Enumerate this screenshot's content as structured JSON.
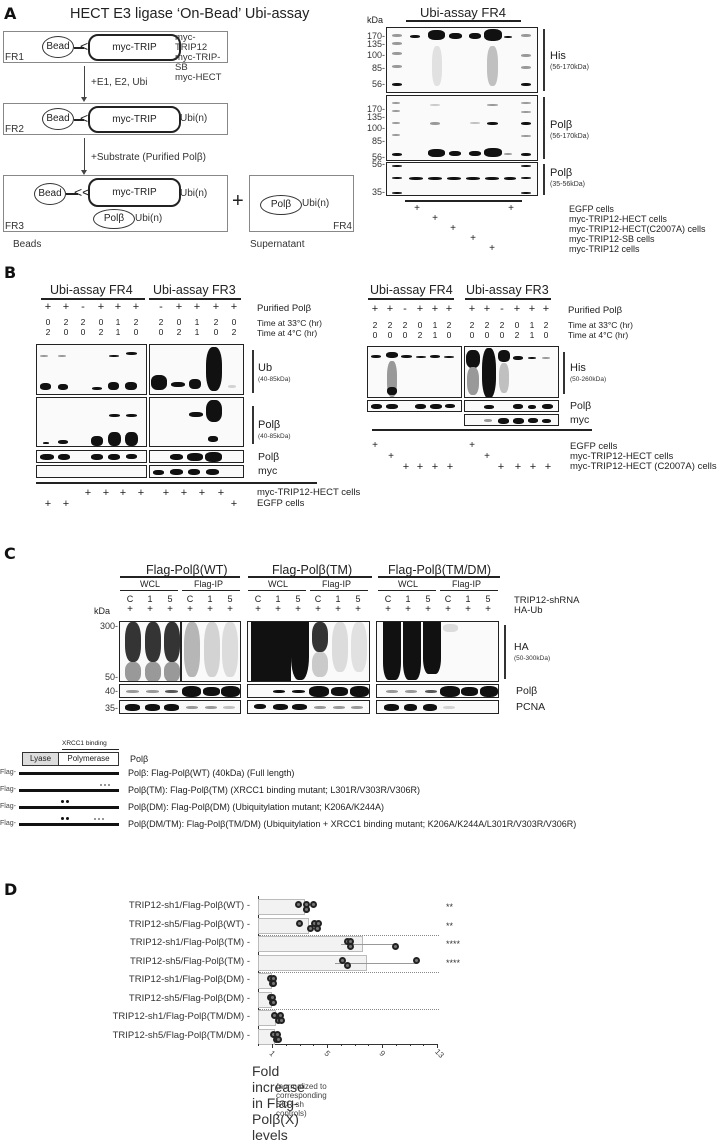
{
  "panelA": {
    "letter": "A",
    "title": "HECT E3 ligase ‘On-Bead’ Ubi-assay",
    "frames": [
      {
        "id": "FR1",
        "bead": "Bead",
        "trip": "myc-TRIP",
        "variants": [
          "myc-TRIP12",
          "myc-TRIP-SB",
          "myc-HECT"
        ]
      },
      {
        "id": "FR2",
        "bead": "Bead",
        "trip": "myc-TRIP",
        "ubi": "Ubi(n)"
      },
      {
        "id": "FR3",
        "bead": "Bead",
        "trip": "myc-TRIP",
        "ubi": "Ubi(n)",
        "polb": "Polβ",
        "polb_ubi": "Ubi(n)"
      },
      {
        "id": "FR4",
        "polb": "Polβ",
        "polb_ubi": "Ubi(n)"
      }
    ],
    "step1": "+E1, E2, Ubi",
    "step2": "+Substrate (Purified Polβ)",
    "plus": "+",
    "beads_label": "Beads",
    "supernatant_label": "Supernatant",
    "blot": {
      "title": "Ubi-assay FR4",
      "kda": "kDa",
      "markers_top": [
        "170-",
        "135-",
        "100-",
        "85-",
        "56-"
      ],
      "markers_mid": [
        "170-",
        "135-",
        "100-",
        "85-",
        "56-"
      ],
      "markers_bot": [
        "56-",
        "35-"
      ],
      "labels": [
        {
          "name": "His",
          "range": "(56-170kDa)"
        },
        {
          "name": "Polβ",
          "range": "(56-170kDa)"
        },
        {
          "name": "Polβ",
          "range": "(35-56kDa)"
        }
      ],
      "conditions": [
        "EGFP cells",
        "myc-TRIP12-HECT cells",
        "myc-TRIP12-HECT(C2007A) cells",
        "myc-TRIP12-SB cells",
        "myc-TRIP12 cells"
      ]
    }
  },
  "panelB": {
    "letter": "B",
    "left": {
      "titles": [
        "Ubi-assay FR4",
        "Ubi-assay FR3"
      ],
      "purified": [
        "+",
        "+",
        "-",
        "+",
        "+",
        "+",
        "-",
        "+",
        "+",
        "+",
        "+"
      ],
      "t33": [
        "0",
        "2",
        "2",
        "0",
        "1",
        "2",
        "2",
        "0",
        "1",
        "2",
        "0"
      ],
      "t4": [
        "2",
        "0",
        "0",
        "2",
        "1",
        "0",
        "0",
        "2",
        "1",
        "0",
        "2"
      ],
      "row_labels": [
        "Purified Polβ",
        "Time at 33°C (hr)",
        "Time at 4°C (hr)"
      ],
      "blots": [
        {
          "name": "Ub",
          "range": "(40-85kDa)"
        },
        {
          "name": "Polβ",
          "range": "(40-85kDa)"
        },
        {
          "name": "Polβ",
          "range": ""
        },
        {
          "name": "myc",
          "range": ""
        }
      ],
      "cells_hect": [
        "",
        "",
        "+",
        "+",
        "+",
        "+",
        "+",
        "+",
        "+",
        "+",
        ""
      ],
      "cells_egfp": [
        "+",
        "+",
        "",
        "",
        "",
        "",
        "",
        "",
        "",
        "",
        "+"
      ],
      "cell_labels": [
        "myc-TRIP12-HECT cells",
        "EGFP cells"
      ]
    },
    "right": {
      "titles": [
        "Ubi-assay FR4",
        "Ubi-assay FR3"
      ],
      "purified": [
        "+",
        "+",
        "-",
        "+",
        "+",
        "+",
        "+",
        "+",
        "-",
        "+",
        "+",
        "+"
      ],
      "t33": [
        "2",
        "2",
        "2",
        "0",
        "1",
        "2",
        "2",
        "2",
        "2",
        "0",
        "1",
        "2"
      ],
      "t4": [
        "0",
        "0",
        "0",
        "2",
        "1",
        "0",
        "0",
        "0",
        "0",
        "2",
        "1",
        "0"
      ],
      "row_labels": [
        "Purified Polβ",
        "Time at 33°C (hr)",
        "Time at 4°C (hr)"
      ],
      "blots": [
        {
          "name": "His",
          "range": "(50-260kDa)"
        },
        {
          "name": "Polβ",
          "range": ""
        },
        {
          "name": "myc",
          "range": ""
        }
      ],
      "cell_labels": [
        "EGFP cells",
        "myc-TRIP12-HECT cells",
        "myc-TRIP12-HECT (C2007A) cells"
      ]
    }
  },
  "panelC": {
    "letter": "C",
    "groups": [
      "Flag-Polβ(WT)",
      "Flag-Polβ(TM)",
      "Flag-Polβ(TM/DM)"
    ],
    "subgroups": [
      "WCL",
      "Flag-IP"
    ],
    "lanes": [
      "C",
      "1",
      "5",
      "C",
      "1",
      "5"
    ],
    "plus": "+",
    "kda": "kDa",
    "markers": [
      "300-",
      "50-",
      "40-",
      "35-"
    ],
    "row_labels": [
      "TRIP12-shRNA",
      "HA-Ub"
    ],
    "blots": [
      {
        "name": "HA",
        "range": "(50-300kDa)"
      },
      {
        "name": "Polβ",
        "range": ""
      },
      {
        "name": "PCNA",
        "range": ""
      }
    ],
    "domain_map": {
      "xrcc1": "XRCC1 binding",
      "lyase": "Lyase",
      "polymerase": "Polymerase",
      "polb": "Polβ",
      "flag": "Flag-",
      "constructs": [
        "Polβ: Flag-Polβ(WT) (40kDa) (Full length)",
        "Polβ(TM): Flag-Polβ(TM) (XRCC1 binding mutant; L301R/V303R/V306R)",
        "Polβ(DM): Flag-Polβ(DM) (Ubiquitylation mutant; K206A/K244A)",
        "Polβ(DM/TM): Flag-Polβ(TM/DM) (Ubiquitylation + XRCC1 binding mutant; K206A/K244A/L301R/V303R/V306R)"
      ]
    }
  },
  "panelD": {
    "letter": "D"
  },
  "chart_data": {
    "type": "bar",
    "orientation": "horizontal",
    "title": "",
    "xlabel": "Fold increase in Flag-Polβ(X) levels",
    "xlabel_sub": "(normalized to corresponding SCR-sh controls)",
    "ylabel": "",
    "xlim": [
      0,
      13
    ],
    "xticks": [
      "1",
      "5",
      "9",
      "13"
    ],
    "grid": false,
    "categories": [
      "TRIP12-sh1/Flag-Polβ(WT)",
      "TRIP12-sh5/Flag-Polβ(WT)",
      "TRIP12-sh1/Flag-Polβ(TM)",
      "TRIP12-sh5/Flag-Polβ(TM)",
      "TRIP12-sh1/Flag-Polβ(DM)",
      "TRIP12-sh5/Flag-Polβ(DM)",
      "TRIP12-sh1/Flag-Polβ(TM/DM)",
      "TRIP12-sh5/Flag-Polβ(TM/DM)"
    ],
    "values": [
      3.4,
      3.7,
      7.6,
      7.9,
      1.0,
      1.0,
      1.3,
      1.2
    ],
    "points": [
      [
        2.9,
        3.5,
        3.5,
        3.5,
        4.0
      ],
      [
        3.0,
        3.8,
        4.1,
        4.3,
        4.4
      ],
      [
        6.5,
        6.7,
        6.7,
        10.0
      ],
      [
        6.1,
        6.5,
        11.5
      ],
      [
        0.9,
        1.0,
        1.1,
        1.1
      ],
      [
        0.9,
        1.0,
        1.0,
        1.1
      ],
      [
        1.2,
        1.5,
        1.6,
        1.7
      ],
      [
        1.1,
        1.3,
        1.4,
        1.5
      ]
    ],
    "significance": [
      "**",
      "**",
      "****",
      "****",
      "",
      "",
      "",
      ""
    ]
  }
}
